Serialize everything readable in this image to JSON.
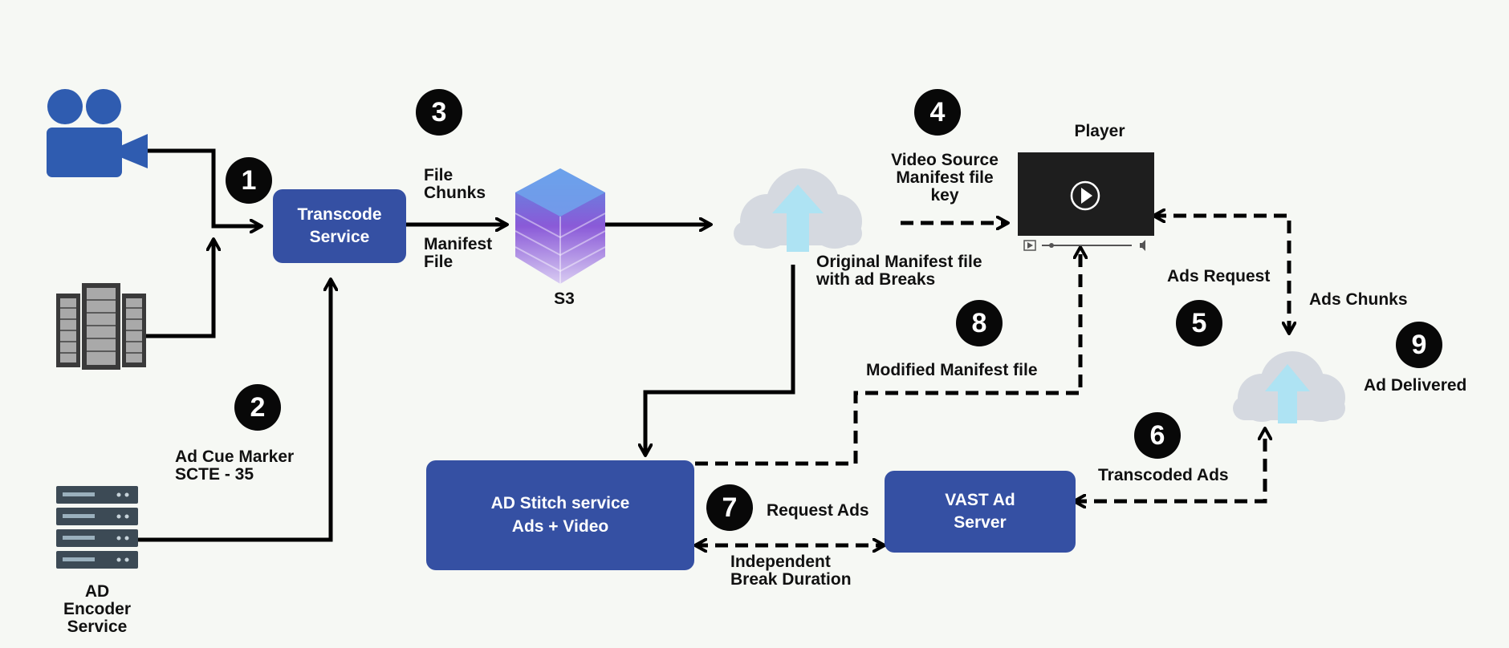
{
  "colors": {
    "background": "#f6f8f4",
    "box": "#3550a3",
    "badge": "#080808",
    "line": "#000000",
    "cloud": "#d5d9e0",
    "upload_arrow": "#aee3f3",
    "player": "#1e1e1e"
  },
  "icons": [
    "video-camera-icon",
    "server-rack-icon",
    "encoder-server-icon",
    "s3-stack-icon",
    "cloud-upload-icon",
    "video-player-icon",
    "play-icon",
    "volume-icon"
  ],
  "steps": [
    "1",
    "2",
    "3",
    "4",
    "5",
    "6",
    "7",
    "8",
    "9"
  ],
  "boxes": {
    "transcode": "Transcode\nService",
    "ad_stitch": "AD Stitch service\nAds + Video",
    "vast": "VAST Ad\nServer"
  },
  "labels": {
    "ad_encoder": "AD\nEncoder\nService",
    "ad_cue": "Ad Cue Marker\nSCTE - 35",
    "file_chunks": "File\nChunks",
    "manifest_file": "Manifest\nFile",
    "s3": "S3",
    "original_manifest": "Original Manifest file\nwith ad Breaks",
    "video_source": "Video Source\nManifest file\nkey",
    "player": "Player",
    "ads_request": "Ads Request",
    "ads_chunks": "Ads Chunks",
    "ad_delivered": "Ad Delivered",
    "modified_manifest": "Modified Manifest file",
    "transcoded_ads": "Transcoded Ads",
    "request_ads": "Request Ads",
    "independent_break": "Independent\nBreak Duration"
  }
}
